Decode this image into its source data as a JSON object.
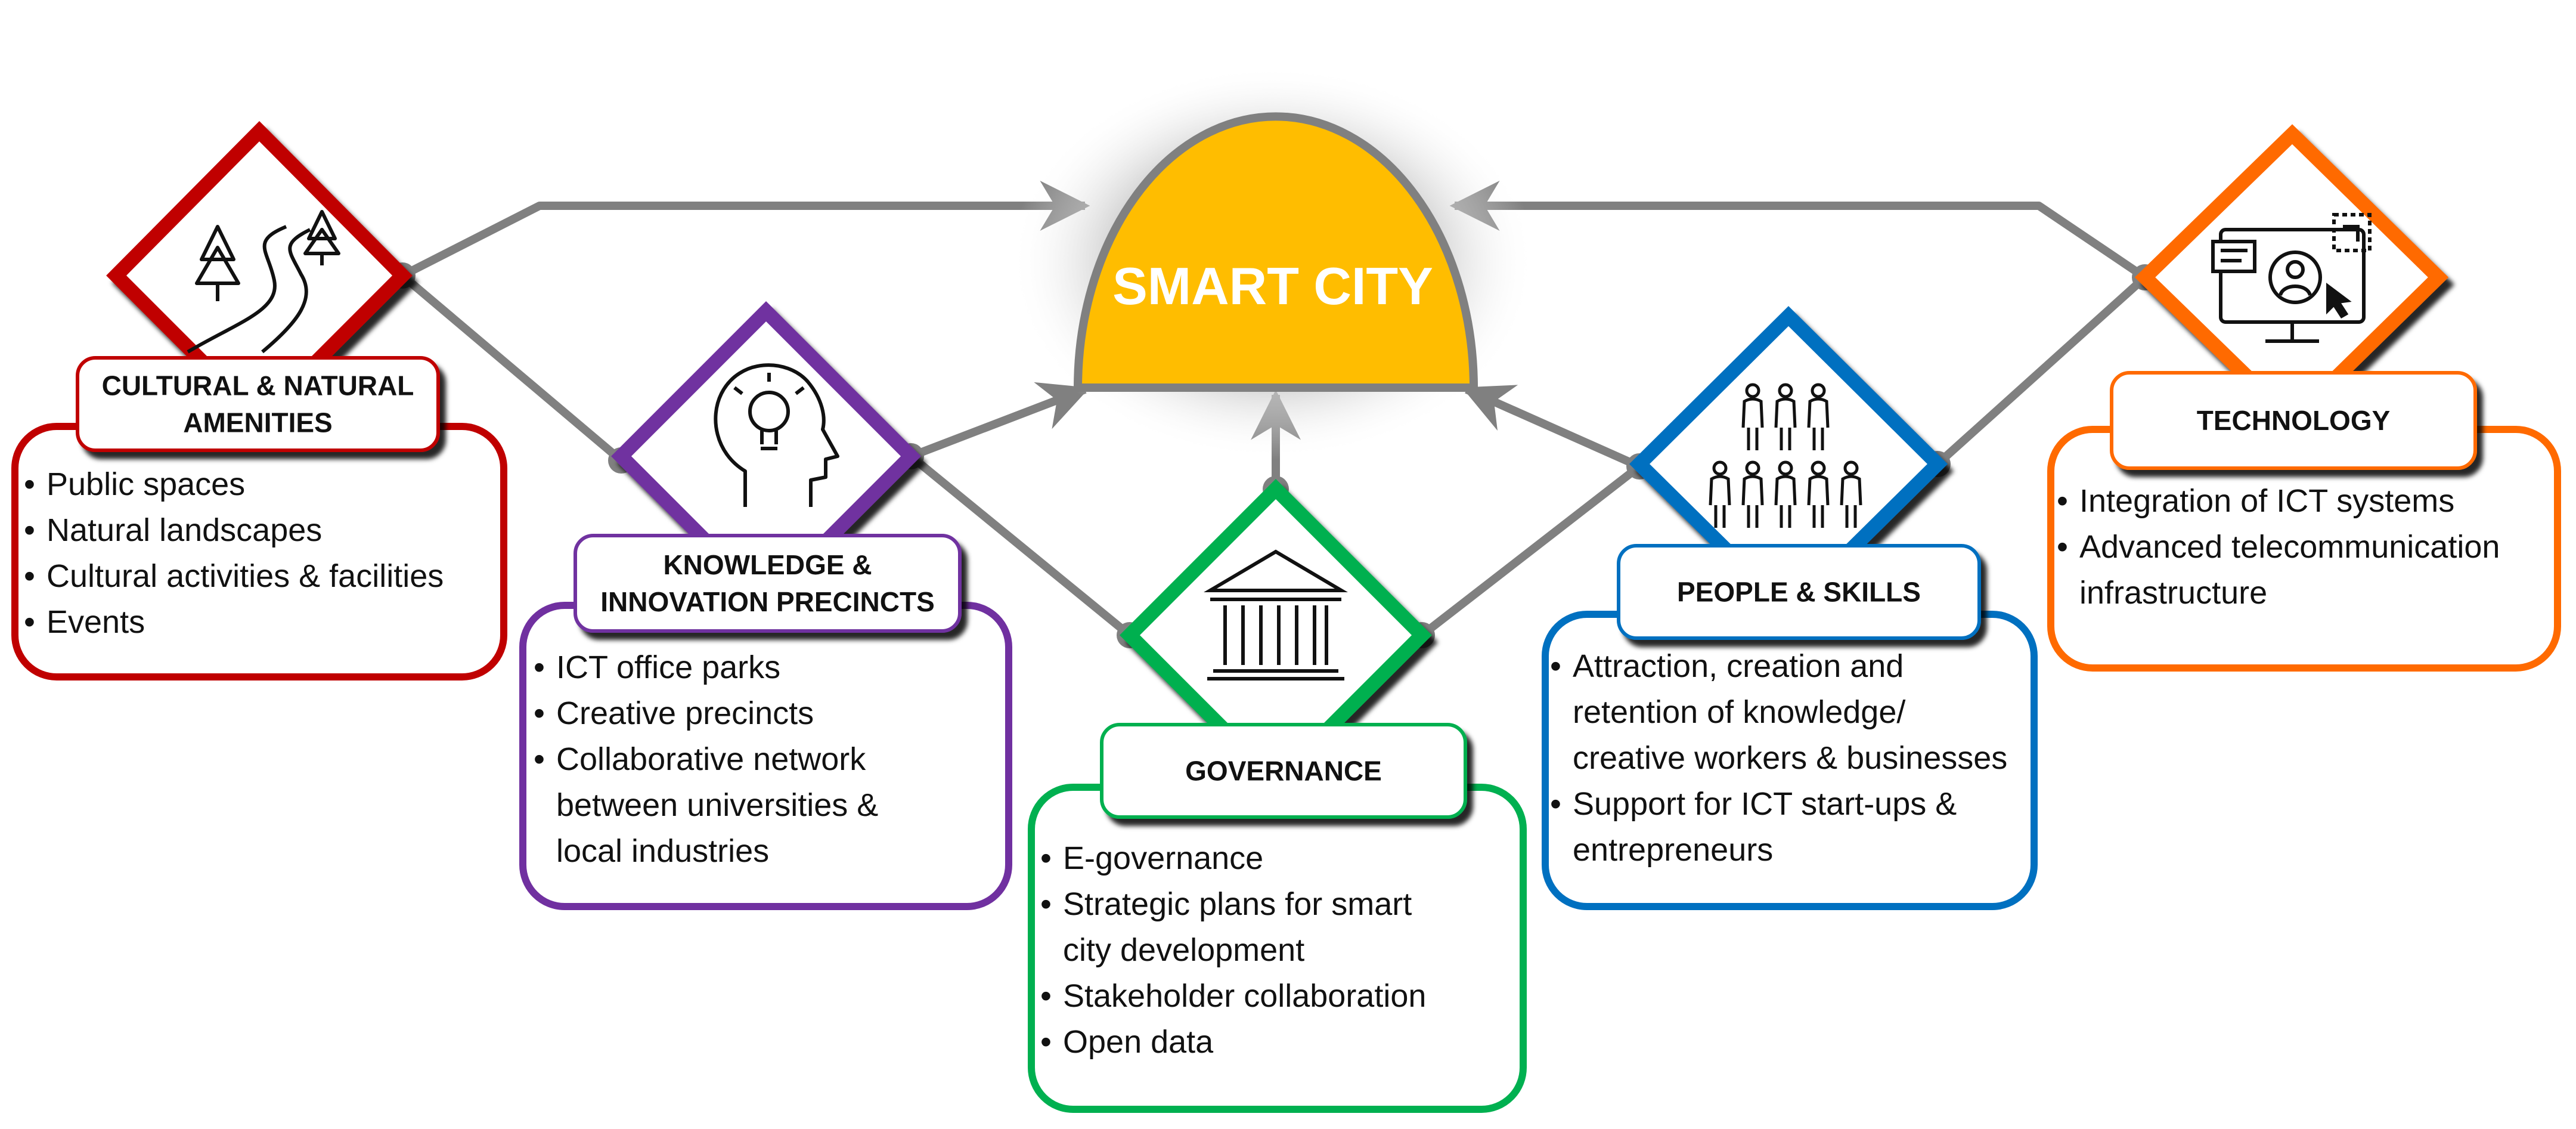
{
  "center": {
    "label": "SMART CITY",
    "color": "#FFBD00"
  },
  "pillars": [
    {
      "id": "cultural",
      "color": "#C00000",
      "icon": "trees-road-icon",
      "title_lines": [
        "CULTURAL & NATURAL",
        "AMENITIES"
      ],
      "bullets": [
        {
          "lines": [
            "Public spaces"
          ]
        },
        {
          "lines": [
            "Natural landscapes"
          ]
        },
        {
          "lines": [
            "Cultural activities & facilities"
          ]
        },
        {
          "lines": [
            "Events"
          ]
        }
      ]
    },
    {
      "id": "knowledge",
      "color": "#7030A0",
      "icon": "head-lightbulb-icon",
      "title_lines": [
        "KNOWLEDGE &",
        "INNOVATION PRECINCTS"
      ],
      "bullets": [
        {
          "lines": [
            "ICT office parks"
          ]
        },
        {
          "lines": [
            "Creative precincts"
          ]
        },
        {
          "lines": [
            "Collaborative network",
            "between universities &",
            "local industries"
          ]
        }
      ]
    },
    {
      "id": "governance",
      "color": "#00B050",
      "icon": "government-building-icon",
      "title_lines": [
        "GOVERNANCE"
      ],
      "bullets": [
        {
          "lines": [
            "E-governance"
          ]
        },
        {
          "lines": [
            "Strategic plans for smart",
            "city development"
          ]
        },
        {
          "lines": [
            "Stakeholder collaboration"
          ]
        },
        {
          "lines": [
            "Open data"
          ]
        }
      ]
    },
    {
      "id": "people",
      "color": "#0070C0",
      "icon": "people-group-icon",
      "title_lines": [
        "PEOPLE & SKILLS"
      ],
      "bullets": [
        {
          "lines": [
            "Attraction, creation and",
            "retention of knowledge/",
            "creative workers & businesses"
          ]
        },
        {
          "lines": [
            "Support for ICT start-ups &",
            "entrepreneurs"
          ]
        }
      ]
    },
    {
      "id": "technology",
      "color": "#FF6A00",
      "icon": "computer-screen-icon",
      "title_lines": [
        "TECHNOLOGY"
      ],
      "bullets": [
        {
          "lines": [
            "Integration of ICT systems"
          ]
        },
        {
          "lines": [
            "Advanced telecommunication",
            "infrastructure"
          ]
        }
      ]
    }
  ]
}
